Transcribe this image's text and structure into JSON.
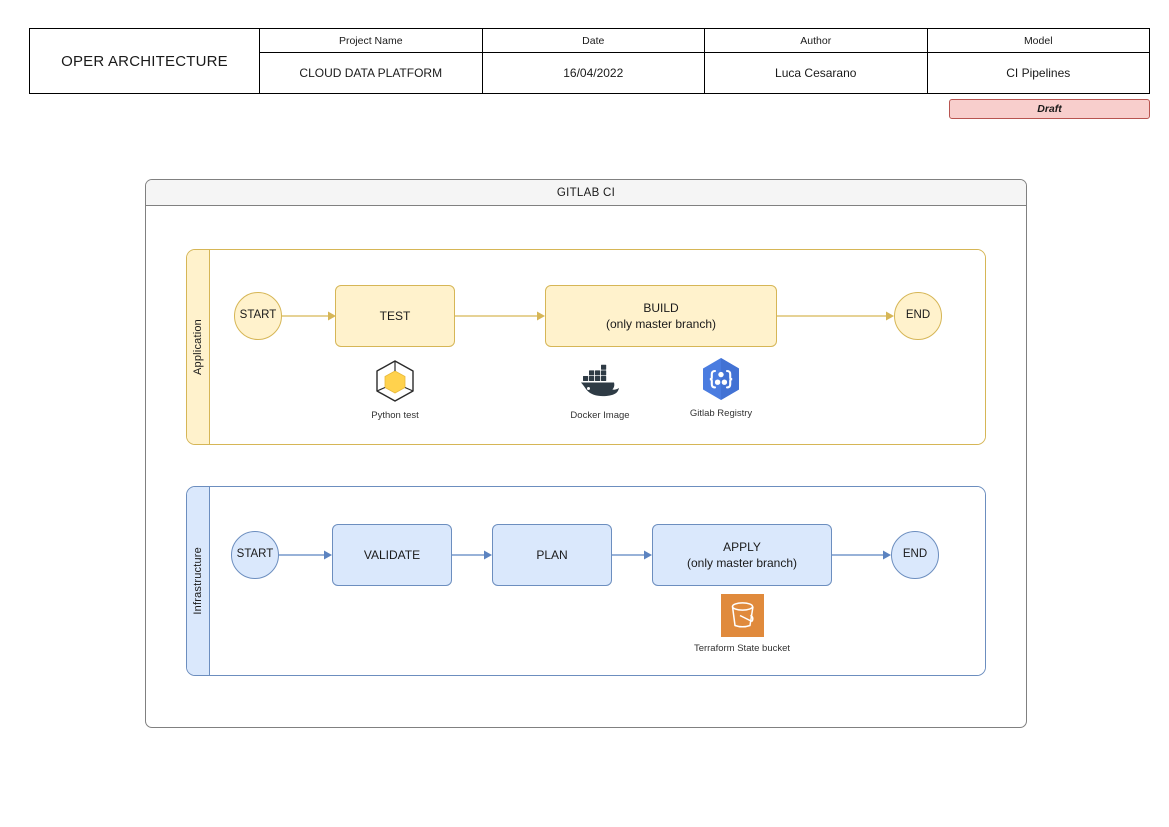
{
  "header": {
    "title": "OPER ARCHITECTURE",
    "columns": [
      {
        "label": "Project Name",
        "value": "CLOUD DATA PLATFORM"
      },
      {
        "label": "Date",
        "value": "16/04/2022"
      },
      {
        "label": "Author",
        "value": "Luca Cesarano"
      },
      {
        "label": "Model",
        "value": "CI Pipelines"
      }
    ],
    "status_badge": "Draft",
    "status_badge_fill": "#f8cecc",
    "status_badge_border": "#b85450"
  },
  "pool": {
    "title": "GITLAB CI",
    "header_fill": "#f5f5f5",
    "border": "#808080"
  },
  "lanes": [
    {
      "name": "Application",
      "accent": "#d6b656",
      "fill": "#fff2cc",
      "nodes": [
        {
          "id": "app-start",
          "label": "START",
          "shape": "circle"
        },
        {
          "id": "app-test",
          "label": "TEST",
          "shape": "box"
        },
        {
          "id": "app-build",
          "label": "BUILD",
          "sublabel": "(only master branch)",
          "shape": "box"
        },
        {
          "id": "app-end",
          "label": "END",
          "shape": "circle"
        }
      ],
      "assets": [
        {
          "icon": "python-cube-icon",
          "caption": "Python test"
        },
        {
          "icon": "docker-whale-icon",
          "caption": "Docker Image"
        },
        {
          "icon": "gitlab-registry-icon",
          "caption": "Gitlab Registry"
        }
      ]
    },
    {
      "name": "Infrastructure",
      "accent": "#6c8ebf",
      "fill": "#dae8fc",
      "nodes": [
        {
          "id": "infra-start",
          "label": "START",
          "shape": "circle"
        },
        {
          "id": "infra-validate",
          "label": "VALIDATE",
          "shape": "box"
        },
        {
          "id": "infra-plan",
          "label": "PLAN",
          "shape": "box"
        },
        {
          "id": "infra-apply",
          "label": "APPLY",
          "sublabel": "(only master branch)",
          "shape": "box"
        },
        {
          "id": "infra-end",
          "label": "END",
          "shape": "circle"
        }
      ],
      "assets": [
        {
          "icon": "s3-bucket-icon",
          "caption": "Terraform State bucket"
        }
      ]
    }
  ]
}
